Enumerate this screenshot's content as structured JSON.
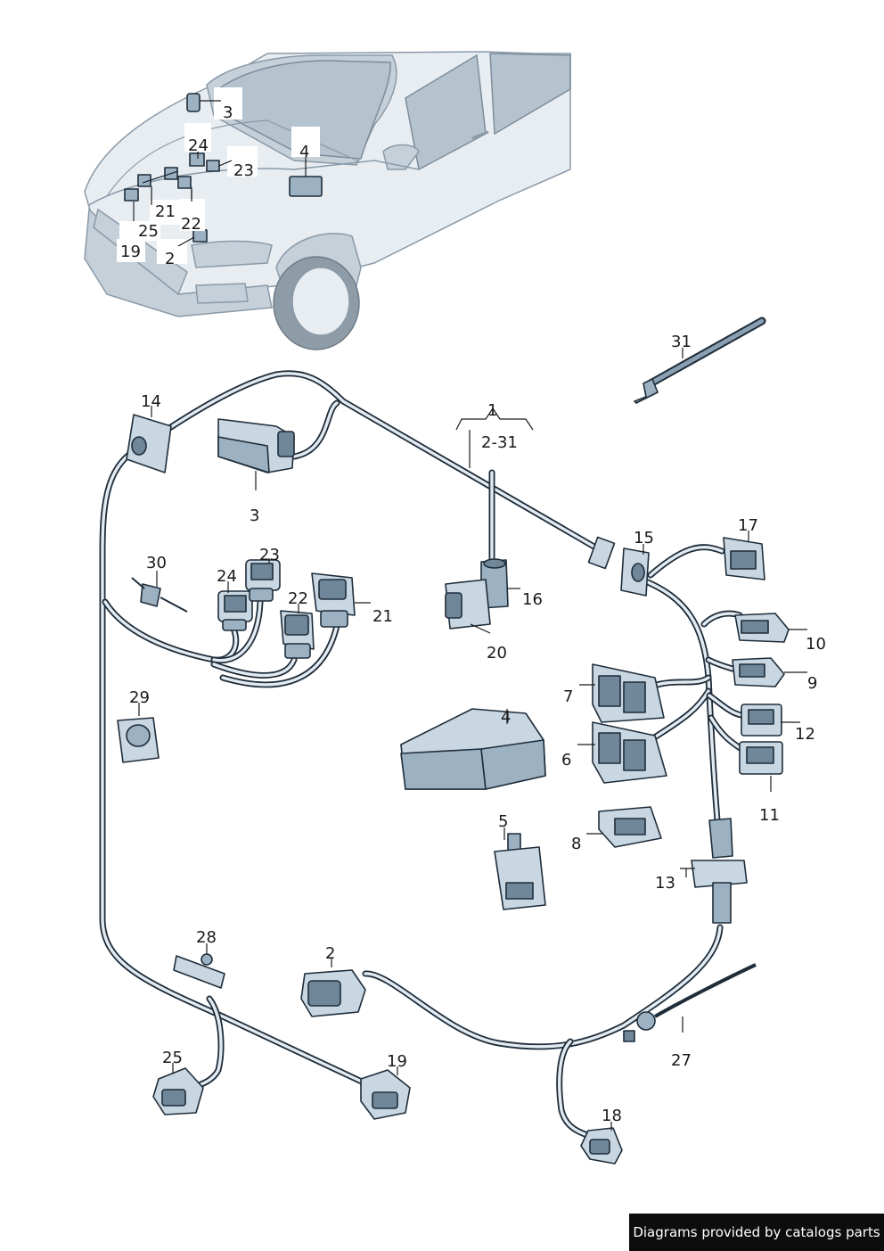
{
  "footer": {
    "credit": "Diagrams provided by catalogs parts"
  },
  "group_callout": {
    "number": "1",
    "range": "2-31"
  },
  "car_callouts": {
    "c3": "3",
    "c24": "24",
    "c23": "23",
    "c4": "4",
    "c21": "21",
    "c22": "22",
    "c25": "25",
    "c19": "19",
    "c2": "2"
  },
  "callouts": {
    "c14": "14",
    "c3": "3",
    "c31": "31",
    "c15": "15",
    "c17": "17",
    "c16": "16",
    "c20": "20",
    "c30": "30",
    "c23": "23",
    "c24": "24",
    "c22": "22",
    "c21": "21",
    "c10": "10",
    "c9": "9",
    "c7": "7",
    "c4": "4",
    "c12": "12",
    "c6": "6",
    "c29": "29",
    "c11": "11",
    "c5": "5",
    "c8": "8",
    "c13": "13",
    "c28": "28",
    "c2": "2",
    "c27": "27",
    "c25": "25",
    "c19": "19",
    "c18": "18"
  },
  "colors": {
    "part": "#9cb1c2",
    "outline": "#1f2d3a",
    "car": "#e8edf2"
  }
}
